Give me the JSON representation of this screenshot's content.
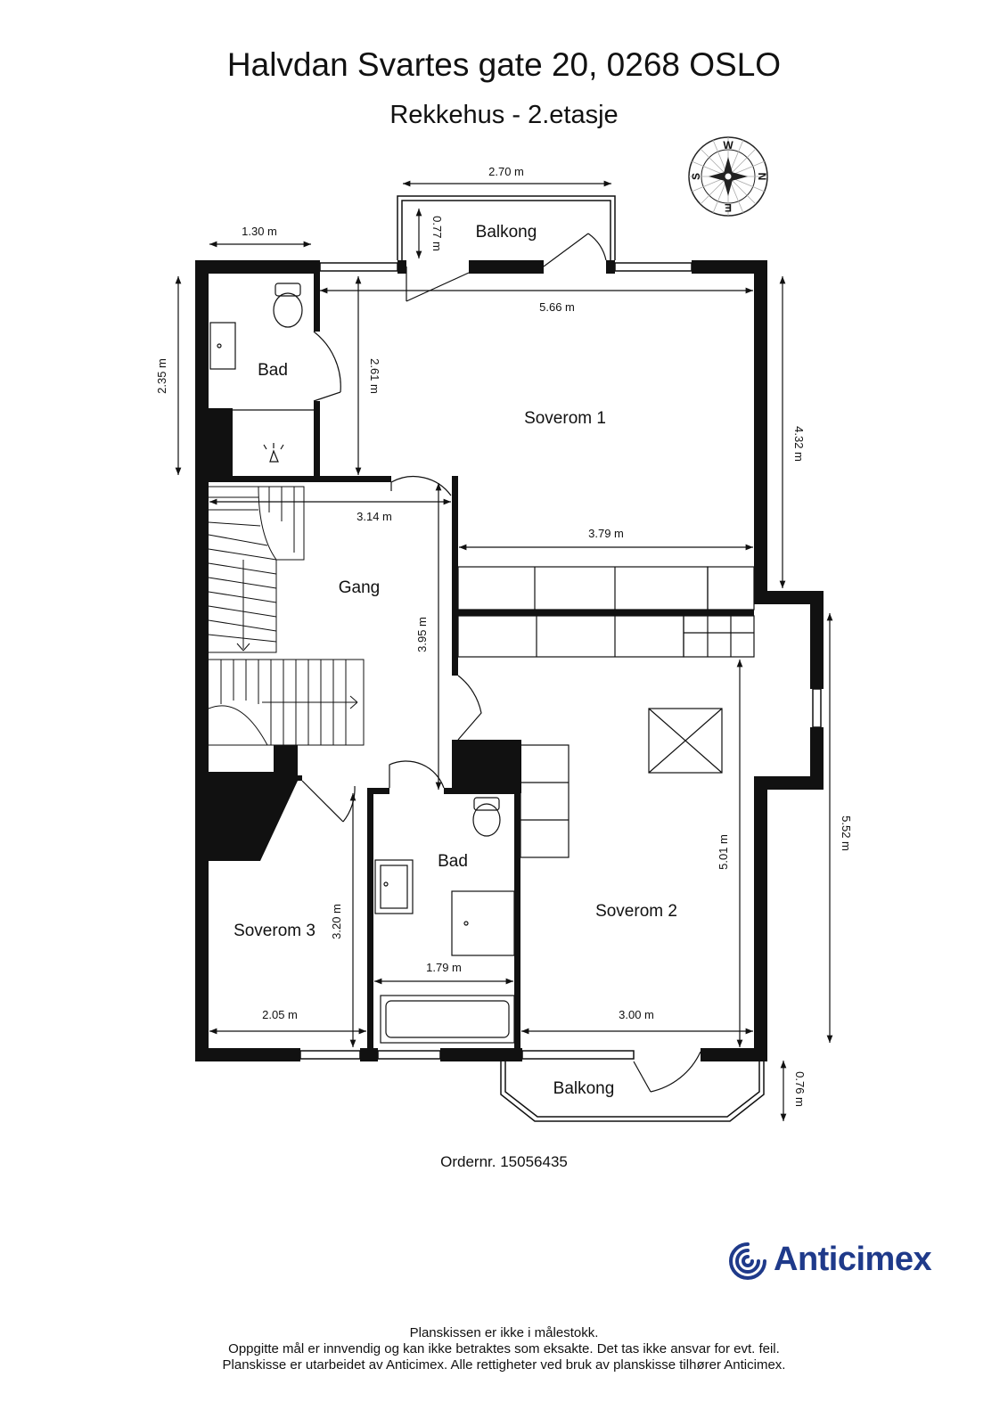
{
  "title": "Halvdan Svartes gate 20, 0268 OSLO",
  "subtitle": "Rekkehus  - 2.etasje",
  "compass": {
    "letters": [
      "W",
      "N",
      "E",
      "S"
    ],
    "icon": "compass-rose-icon"
  },
  "rooms": {
    "balkong_top": "Balkong",
    "bad_top": "Bad",
    "soverom1": "Soverom 1",
    "gang": "Gang",
    "bad_lower": "Bad",
    "soverom2": "Soverom 2",
    "soverom3": "Soverom 3",
    "balkong_bottom": "Balkong"
  },
  "dimensions": {
    "d270": "2.70 m",
    "d077": "0.77 m",
    "d130": "1.30 m",
    "d566": "5.66 m",
    "d235": "2.35 m",
    "d261": "2.61 m",
    "d432": "4.32 m",
    "d314": "3.14 m",
    "d379": "3.79 m",
    "d395": "3.95 m",
    "d552": "5.52 m",
    "d501": "5.01 m",
    "d320": "3.20 m",
    "d179": "1.79 m",
    "d205": "2.05 m",
    "d300": "3.00 m",
    "d076": "0.76 m"
  },
  "order_number": "Ordernr. 15056435",
  "logo": {
    "text": "Anticimex",
    "icon": "anticimex-spiral-logo-icon",
    "color": "#1f3a8a"
  },
  "footer": [
    "Planskissen er ikke i målestokk.",
    "Oppgitte mål er innvendig og kan ikke betraktes som eksakte. Det tas ikke ansvar for evt. feil.",
    "Planskisse er utarbeidet av Anticimex. Alle rettigheter ved bruk av planskisse tilhører Anticimex."
  ]
}
